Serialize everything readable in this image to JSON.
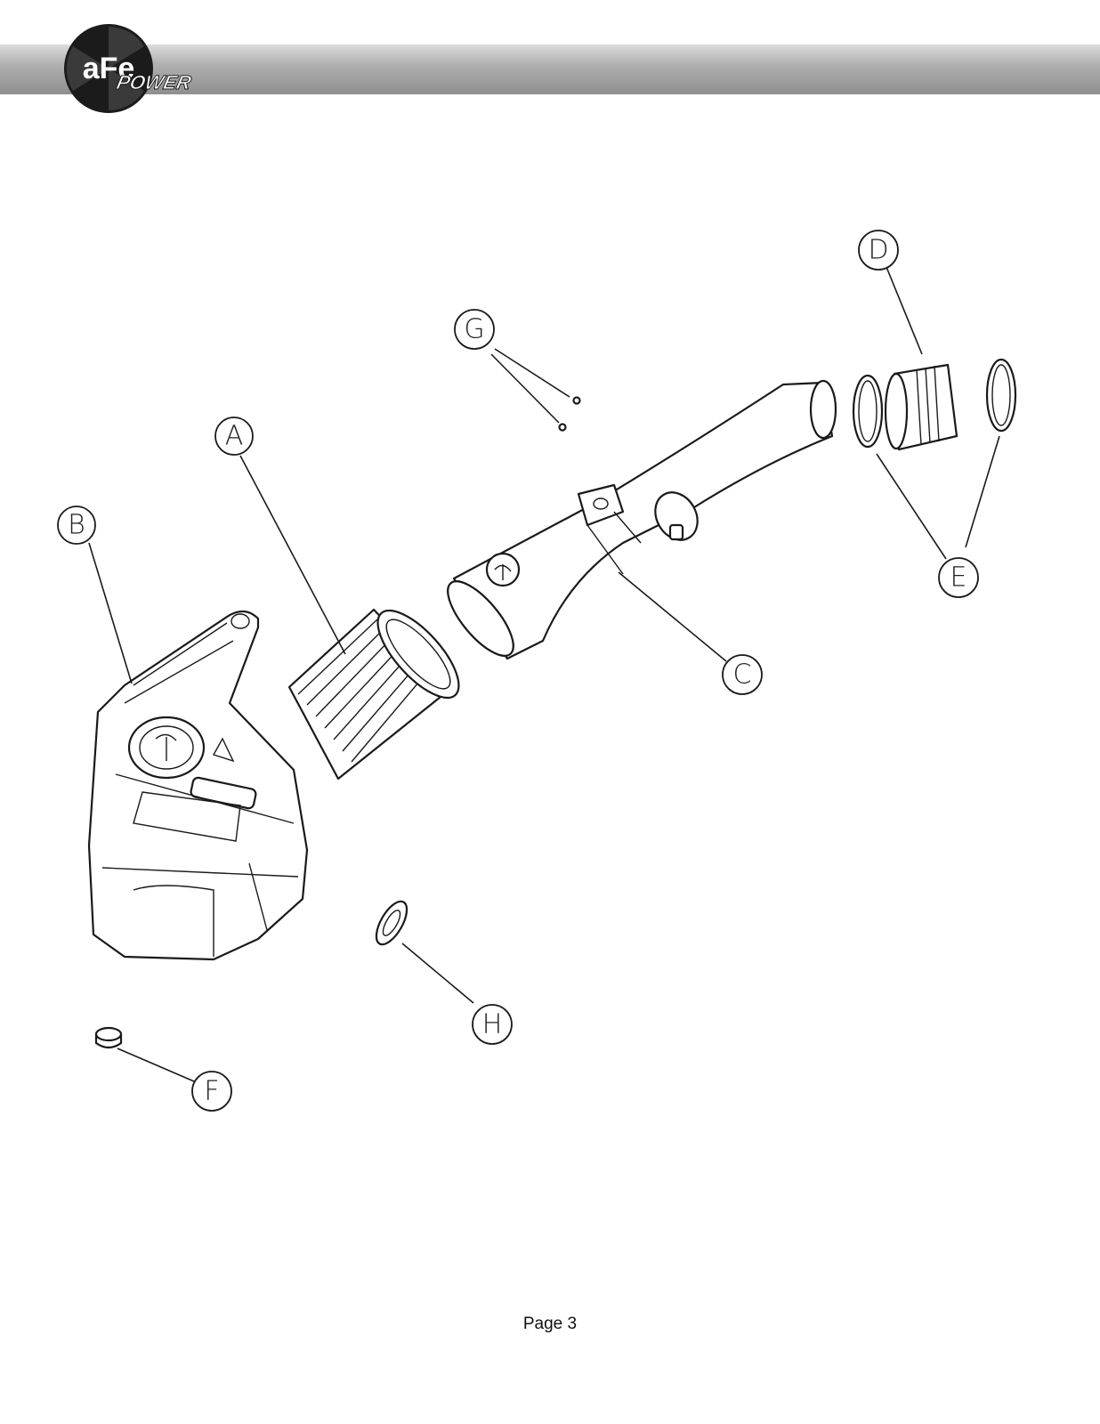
{
  "header": {
    "logo": {
      "name": "afe-power-logo",
      "text_main": "aFe",
      "text_sub": "POWER"
    }
  },
  "callouts": {
    "A": "A",
    "B": "B",
    "C": "C",
    "D": "D",
    "E": "E",
    "F": "F",
    "G": "G",
    "H": "H"
  },
  "footer": {
    "page_label": "Page 3"
  }
}
